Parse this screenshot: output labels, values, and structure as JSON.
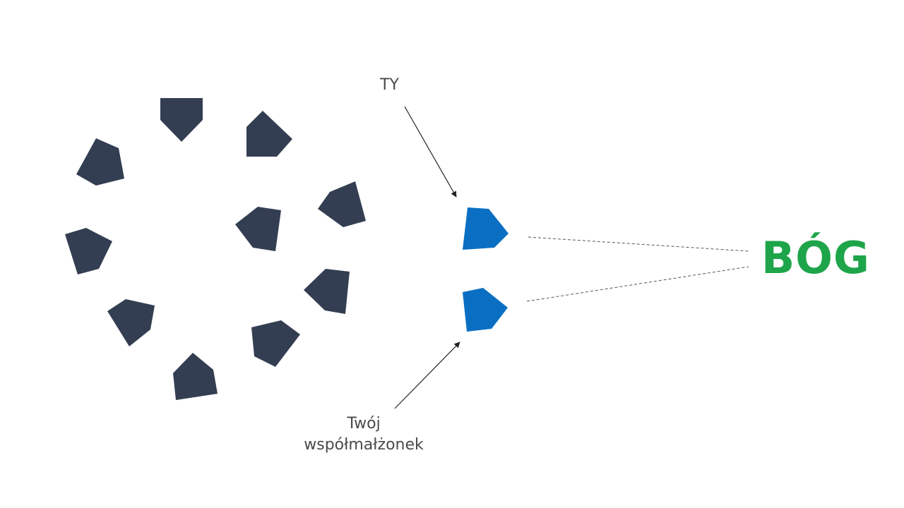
{
  "labels": {
    "you": "TY",
    "spouse_line1": "Twój",
    "spouse_line2": "współmałżonek",
    "god": "BÓG"
  },
  "colors": {
    "crowd": "#343e52",
    "couple": "#0a6fc2",
    "god": "#1ea54a",
    "text": "#4a4a4a",
    "line": "#333333"
  }
}
